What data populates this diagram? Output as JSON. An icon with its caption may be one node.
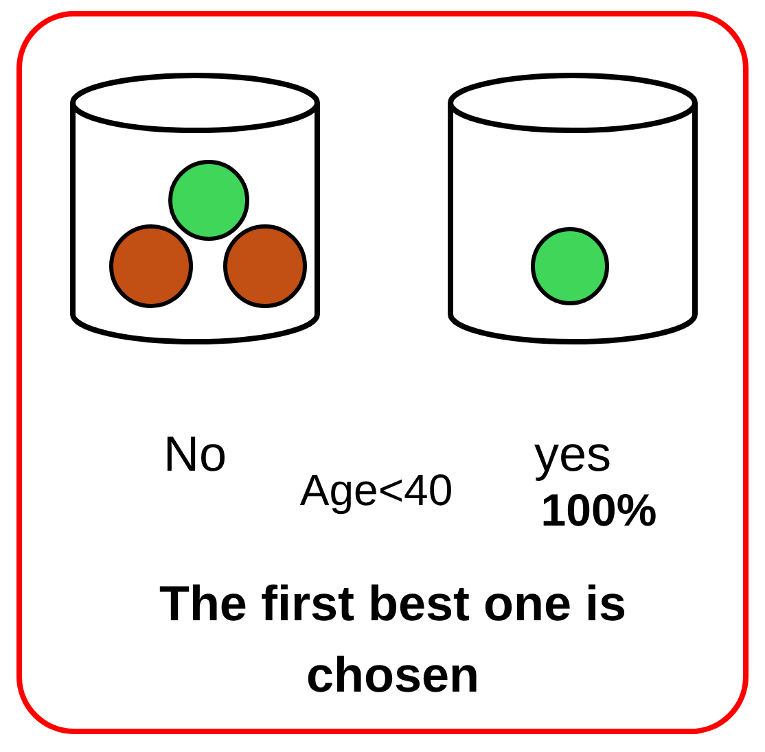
{
  "diagram": {
    "nodes": [
      {
        "text": [
          "Age<40",
          "100%",
          "The first best one is chosen"
        ]
      },
      {
        "text": [],
        "shape": "cylinder",
        "beside": [
          "No"
        ],
        "in": 0
      },
      {
        "text": [],
        "shape": "cylinder",
        "beside": [
          "yes"
        ],
        "in": 0
      }
    ]
  }
}
